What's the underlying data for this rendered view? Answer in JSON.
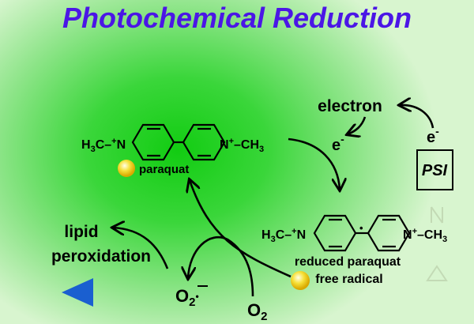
{
  "title": "Photochemical  Reduction",
  "labels": {
    "electron": "electron",
    "e_minus": "e",
    "minus": "-",
    "psi": "PSI",
    "paraquat": "paraquat",
    "reduced_line1": "reduced paraquat",
    "reduced_line2": "free radical",
    "lipid_line1": "lipid",
    "lipid_line2": "peroxidation",
    "superoxide": "O",
    "oxygen": "O",
    "subscript_2": "2",
    "h3c": "H",
    "c_prefix": "C–",
    "n_plus": "N",
    "ch": "–CH",
    "three": "3",
    "plus": "+",
    "radical_dot": "•"
  },
  "colors": {
    "title": "#4b16e6",
    "nav_arrow": "#1a5fd0",
    "ball": "#f6e13a"
  }
}
